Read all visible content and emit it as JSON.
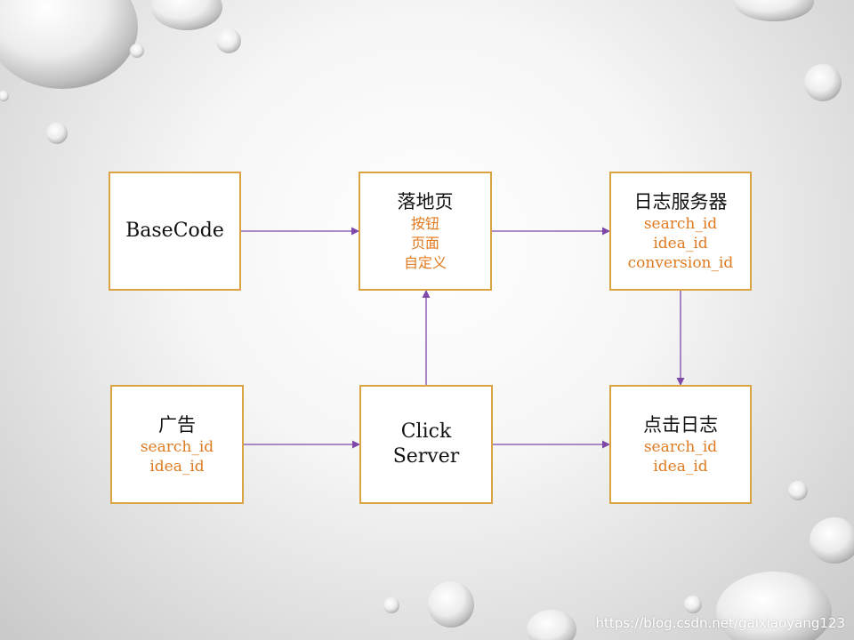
{
  "colors": {
    "box_border": "#d9a441",
    "sub_text": "#e07a20",
    "arrow": "#7e48a8"
  },
  "nodes": {
    "basecode": {
      "title": "BaseCode"
    },
    "landing": {
      "title": "落地页",
      "items": [
        "按钮",
        "页面",
        "自定义"
      ]
    },
    "logserver": {
      "title": "日志服务器",
      "items": [
        "search_id",
        "idea_id",
        "conversion_id"
      ]
    },
    "ad": {
      "title": "广告",
      "items": [
        "search_id",
        "idea_id"
      ]
    },
    "clickserver": {
      "title_line1": "Click",
      "title_line2": "Server"
    },
    "clicklog": {
      "title": "点击日志",
      "items": [
        "search_id",
        "idea_id"
      ]
    }
  },
  "watermark": "https://blog.csdn.net/gaixiaoyang123"
}
